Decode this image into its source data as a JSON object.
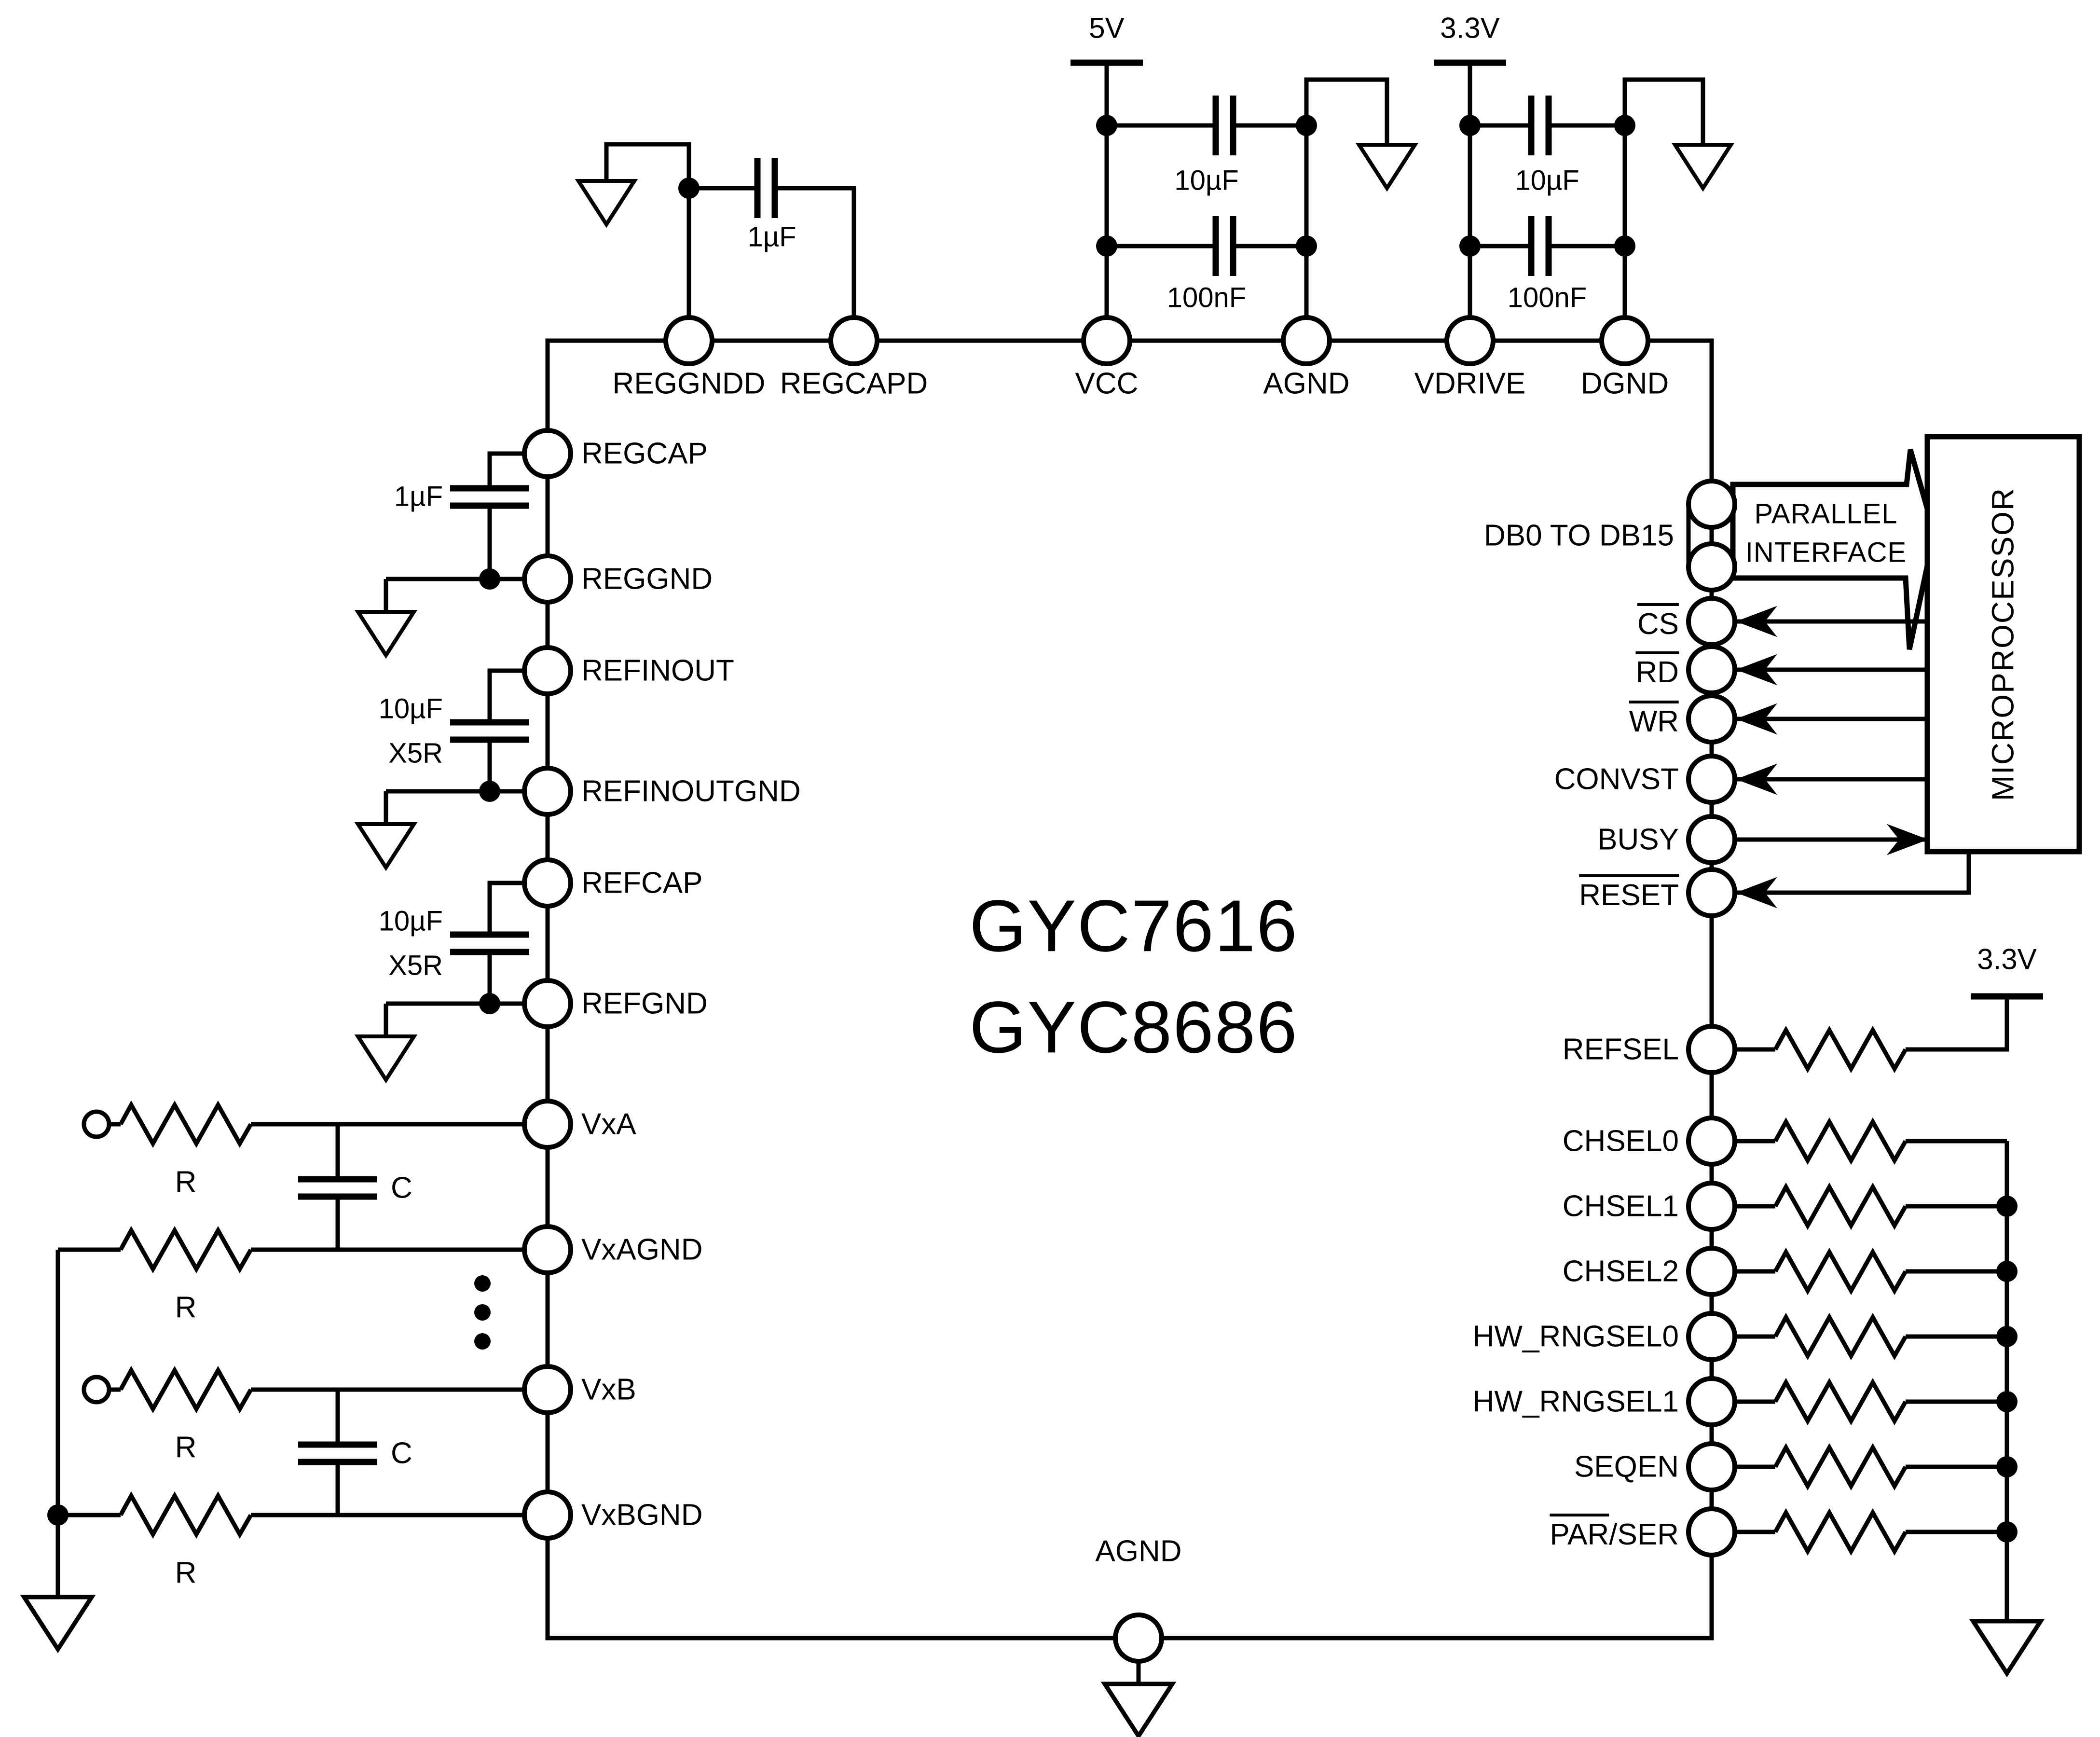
{
  "title": {
    "line1": "GYC7616",
    "line2": "GYC8686"
  },
  "supplies": {
    "vcc_rail": "5V",
    "vdrive_rail": "3.3V",
    "pullup_rail": "3.3V"
  },
  "top_pins": {
    "reggndd": "REGGNDD",
    "regcapd": "REGCAPD",
    "vcc": "VCC",
    "agnd": "AGND",
    "vdrive": "VDRIVE",
    "dgnd": "DGND"
  },
  "left_pins": {
    "regcap": "REGCAP",
    "reggnd": "REGGND",
    "refinout": "REFINOUT",
    "refinoutgnd": "REFINOUTGND",
    "refcap": "REFCAP",
    "refgnd": "REFGND",
    "vxa": "VxA",
    "vxagnd": "VxAGND",
    "vxb": "VxB",
    "vxbgnd": "VxBGND"
  },
  "right_pins": {
    "db": "DB0 TO DB15",
    "cs": "CS",
    "rd": "RD",
    "wr": "WR",
    "convst": "CONVST",
    "busy": "BUSY",
    "reset": "RESET",
    "refsel": "REFSEL",
    "chsel0": "CHSEL0",
    "chsel1": "CHSEL1",
    "chsel2": "CHSEL2",
    "hw_rngsel0": "HW_RNGSEL0",
    "hw_rngsel1": "HW_RNGSEL1",
    "seqen": "SEQEN",
    "par": "PAR",
    "ser": "/SER"
  },
  "bottom_pins": {
    "agnd": "AGND"
  },
  "capacitors": {
    "regcapd_cap": "1µF",
    "vcc_bulk": "10µF",
    "vcc_bypass": "100nF",
    "vdrive_bulk": "10µF",
    "vdrive_bypass": "100nF",
    "regcap_cap": "1µF",
    "refinout_value": "10µF",
    "refinout_type": "X5R",
    "refcap_value": "10µF",
    "refcap_type": "X5R",
    "input_cap": "C"
  },
  "resistors": {
    "input_res": "R"
  },
  "blocks": {
    "parallel_interface_line1": "PARALLEL",
    "parallel_interface_line2": "INTERFACE",
    "microprocessor": "MICROPROCESSOR"
  }
}
